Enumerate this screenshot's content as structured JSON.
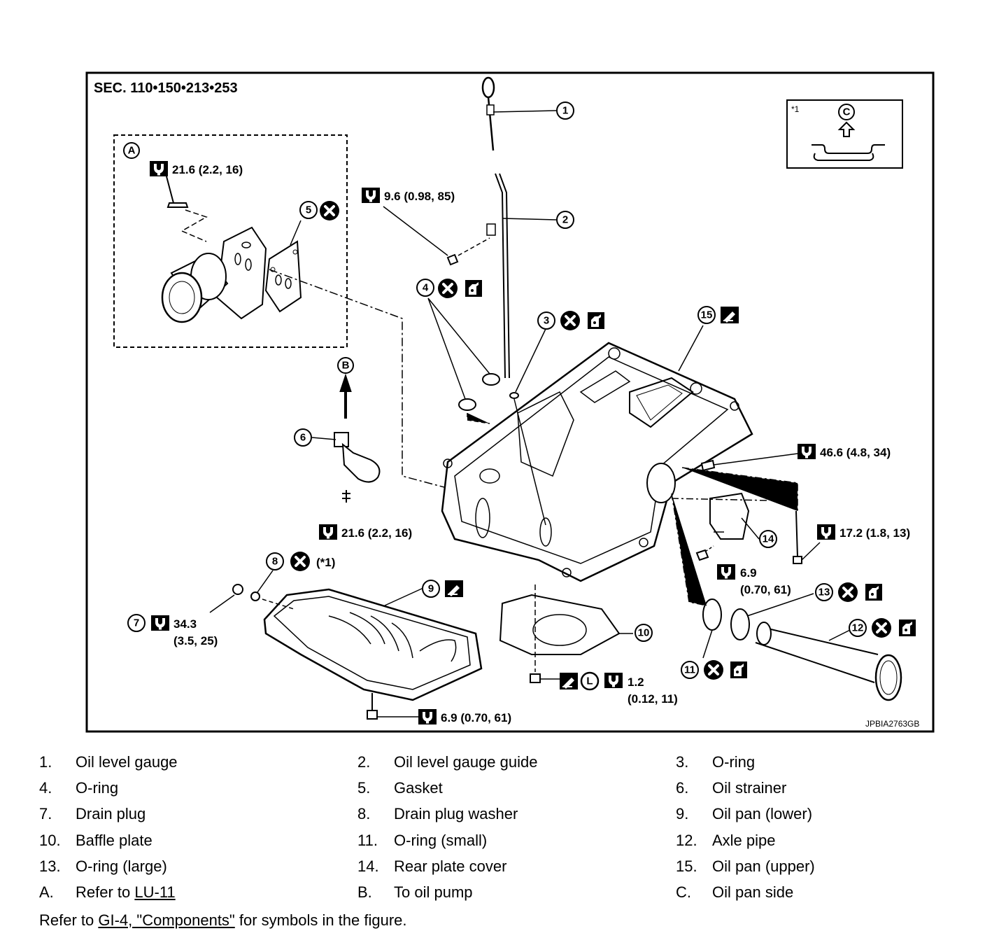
{
  "diagram": {
    "section": "SEC. 110•150•213•253",
    "image_code": "JPBIA2763GB",
    "inset_marker": "*1",
    "views": {
      "A": "A",
      "B": "B",
      "C": "C"
    },
    "callouts": [
      "1",
      "2",
      "3",
      "4",
      "5",
      "6",
      "7",
      "8",
      "9",
      "10",
      "11",
      "12",
      "13",
      "14",
      "15"
    ],
    "torques": {
      "t_a": "21.6 (2.2, 16)",
      "t_2": "9.6 (0.98, 85)",
      "t_46": "46.6 (4.8, 34)",
      "t_6": "21.6 (2.2, 16)",
      "t_17": "17.2 (1.8, 13)",
      "t_14a": "6.9",
      "t_14b": "(0.70, 61)",
      "t_7a": "34.3",
      "t_7b": "(3.5, 25)",
      "t_10a": "1.2",
      "t_10b": "(0.12, 11)",
      "t_bot": "6.9 (0.70, 61)",
      "t_8": "(*1)"
    },
    "symbols": {
      "liquid_gasket_letter": "L"
    }
  },
  "legend": [
    {
      "num": "1.",
      "text": "Oil level gauge"
    },
    {
      "num": "2.",
      "text": "Oil level gauge guide"
    },
    {
      "num": "3.",
      "text": "O-ring"
    },
    {
      "num": "4.",
      "text": "O-ring"
    },
    {
      "num": "5.",
      "text": "Gasket"
    },
    {
      "num": "6.",
      "text": "Oil strainer"
    },
    {
      "num": "7.",
      "text": "Drain plug"
    },
    {
      "num": "8.",
      "text": "Drain plug washer"
    },
    {
      "num": "9.",
      "text": "Oil pan (lower)"
    },
    {
      "num": "10.",
      "text": "Baffle plate"
    },
    {
      "num": "11.",
      "text": "O-ring (small)"
    },
    {
      "num": "12.",
      "text": "Axle pipe"
    },
    {
      "num": "13.",
      "text": "O-ring (large)"
    },
    {
      "num": "14.",
      "text": "Rear plate cover"
    },
    {
      "num": "15.",
      "text": "Oil pan (upper)"
    },
    {
      "num": "A.",
      "text_prefix": "Refer to ",
      "link": "LU-11"
    },
    {
      "num": "B.",
      "text": "To oil pump"
    },
    {
      "num": "C.",
      "text": "Oil pan side"
    }
  ],
  "note": {
    "prefix": "Refer to ",
    "link": "GI-4, \"Components\"",
    "suffix": " for symbols in the figure."
  }
}
